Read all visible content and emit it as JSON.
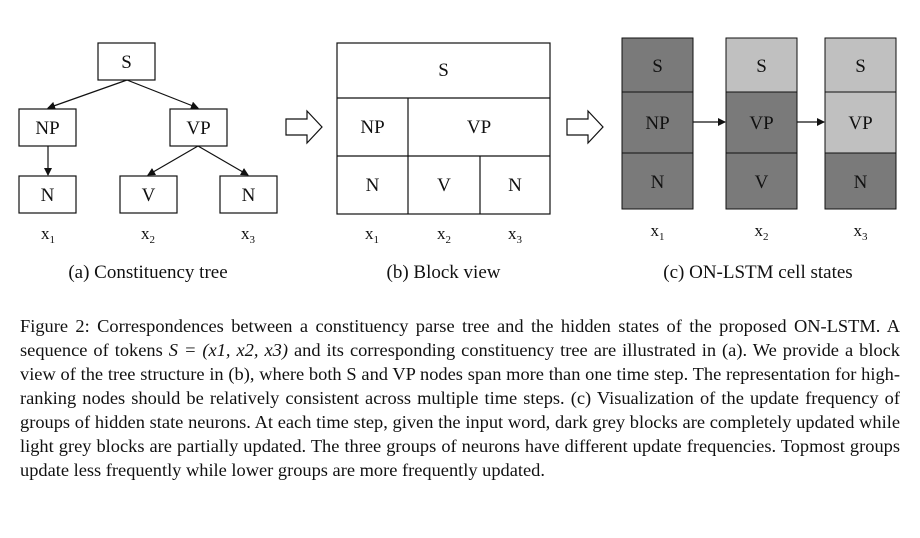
{
  "tree": {
    "s": "S",
    "np": "NP",
    "vp": "VP",
    "n1": "N",
    "v": "V",
    "n2": "N",
    "tok1": "x",
    "tok2": "x",
    "tok3": "x",
    "sub1": "1",
    "sub2": "2",
    "sub3": "3",
    "label": "(a) Constituency tree"
  },
  "block": {
    "s": "S",
    "np": "NP",
    "vp": "VP",
    "n1": "N",
    "v": "V",
    "n2": "N",
    "tok1": "x",
    "tok2": "x",
    "tok3": "x",
    "sub1": "1",
    "sub2": "2",
    "sub3": "3",
    "label": "(b) Block view"
  },
  "lstm": {
    "columns": [
      {
        "top": "S",
        "mid": "NP",
        "bot": "N",
        "tok": "x",
        "sub": "1"
      },
      {
        "top": "S",
        "mid": "VP",
        "bot": "V",
        "tok": "x",
        "sub": "2"
      },
      {
        "top": "S",
        "mid": "VP",
        "bot": "N",
        "tok": "x",
        "sub": "3"
      }
    ],
    "label": "(c) ON-LSTM cell states",
    "dark_color": "#7a7a7a",
    "light_color": "#c0c0c0"
  },
  "caption": {
    "p1": "Figure 2: Correspondences between a constituency parse tree and the hidden states of the proposed ON-LSTM. A sequence of tokens ",
    "math": "S = (x1, x2, x3)",
    "p2": " and its corresponding constituency tree are illustrated in (a). We provide a block view of the tree structure in (b), where both S and VP nodes span more than one time step. The representation for high-ranking nodes should be relatively consistent across multiple time steps. (c) Visualization of the update frequency of groups of hidden state neurons. At each time step, given the input word, dark grey blocks are completely updated while light grey blocks are partially updated. The three groups of neurons have different update frequencies. Topmost groups update less frequently while lower groups are more frequently updated."
  }
}
